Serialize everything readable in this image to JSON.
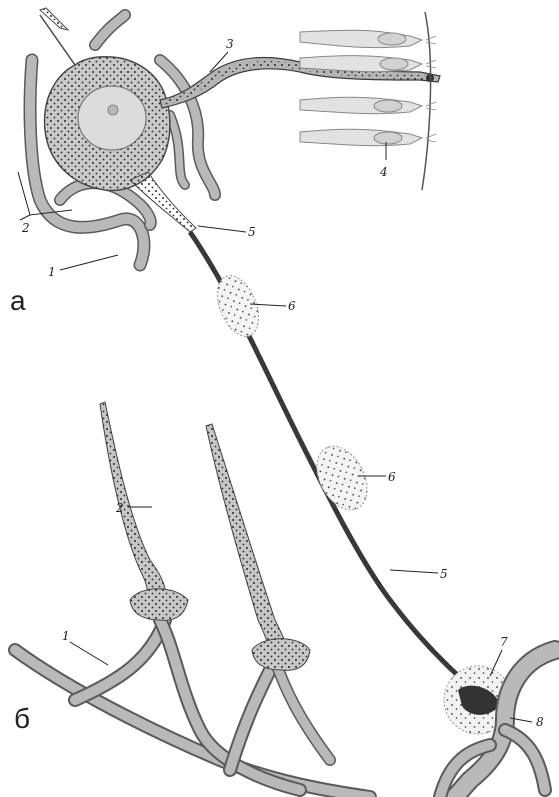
{
  "panel_labels": {
    "a": "а",
    "b": "б"
  },
  "callouts": {
    "n1_top": "1",
    "n2_top": "2",
    "n3": "3",
    "n4": "4",
    "n5_top": "5",
    "n6_top": "6",
    "n6_mid": "6",
    "n5_bottom": "5",
    "n7": "7",
    "n8": "8",
    "n2_bottom": "2",
    "n1_bottom": "1"
  },
  "colors": {
    "vessel_fill": "#b9b9b9",
    "vessel_edge": "#5a5a5a",
    "soma_fill": "#c8c8c8",
    "nucleus_fill": "#dcdcdc",
    "dot_color": "#2a2a2a",
    "line_color": "#222222"
  }
}
